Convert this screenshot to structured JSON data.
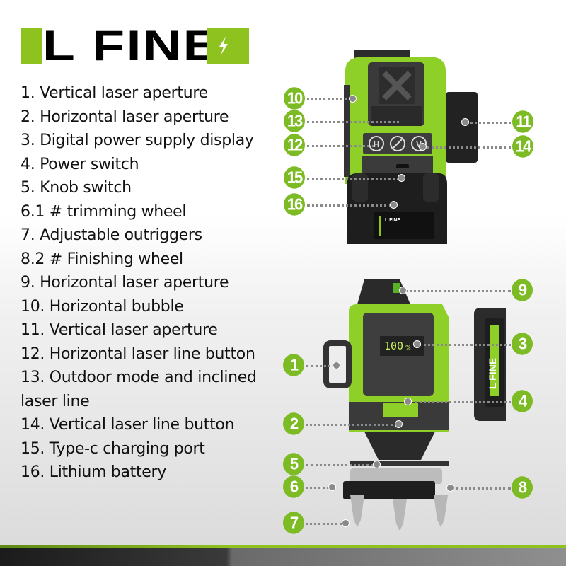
{
  "brand": {
    "name": "L FINE",
    "accent_color": "#8ec21f",
    "icon": "lightning-bolt-icon"
  },
  "legend": {
    "items": [
      "1. Vertical laser aperture",
      "2. Horizontal laser aperture",
      "3. Digital power supply display",
      "4. Power switch",
      "5. Knob switch",
      "6.1 # trimming wheel",
      "7. Adjustable outriggers",
      "8.2 # Finishing wheel",
      "9. Horizontal laser aperture",
      "10. Horizontal bubble",
      "11. Vertical laser aperture",
      "12. Horizontal laser line button",
      "13. Outdoor mode and inclined laser line",
      "14. Vertical laser line button",
      "15. Type-c charging port",
      "16. Lithium battery"
    ]
  },
  "top_view": {
    "buttons": [
      "H",
      "⊘",
      "V"
    ],
    "battery_label": "L FINE",
    "callouts": [
      "10",
      "13",
      "12",
      "15",
      "16",
      "11",
      "14"
    ]
  },
  "front_view": {
    "display_reading": "100",
    "display_unit": "%",
    "battery_label": "L FINE",
    "callouts": [
      "9",
      "3",
      "1",
      "4",
      "2",
      "5",
      "6",
      "8",
      "7"
    ]
  }
}
